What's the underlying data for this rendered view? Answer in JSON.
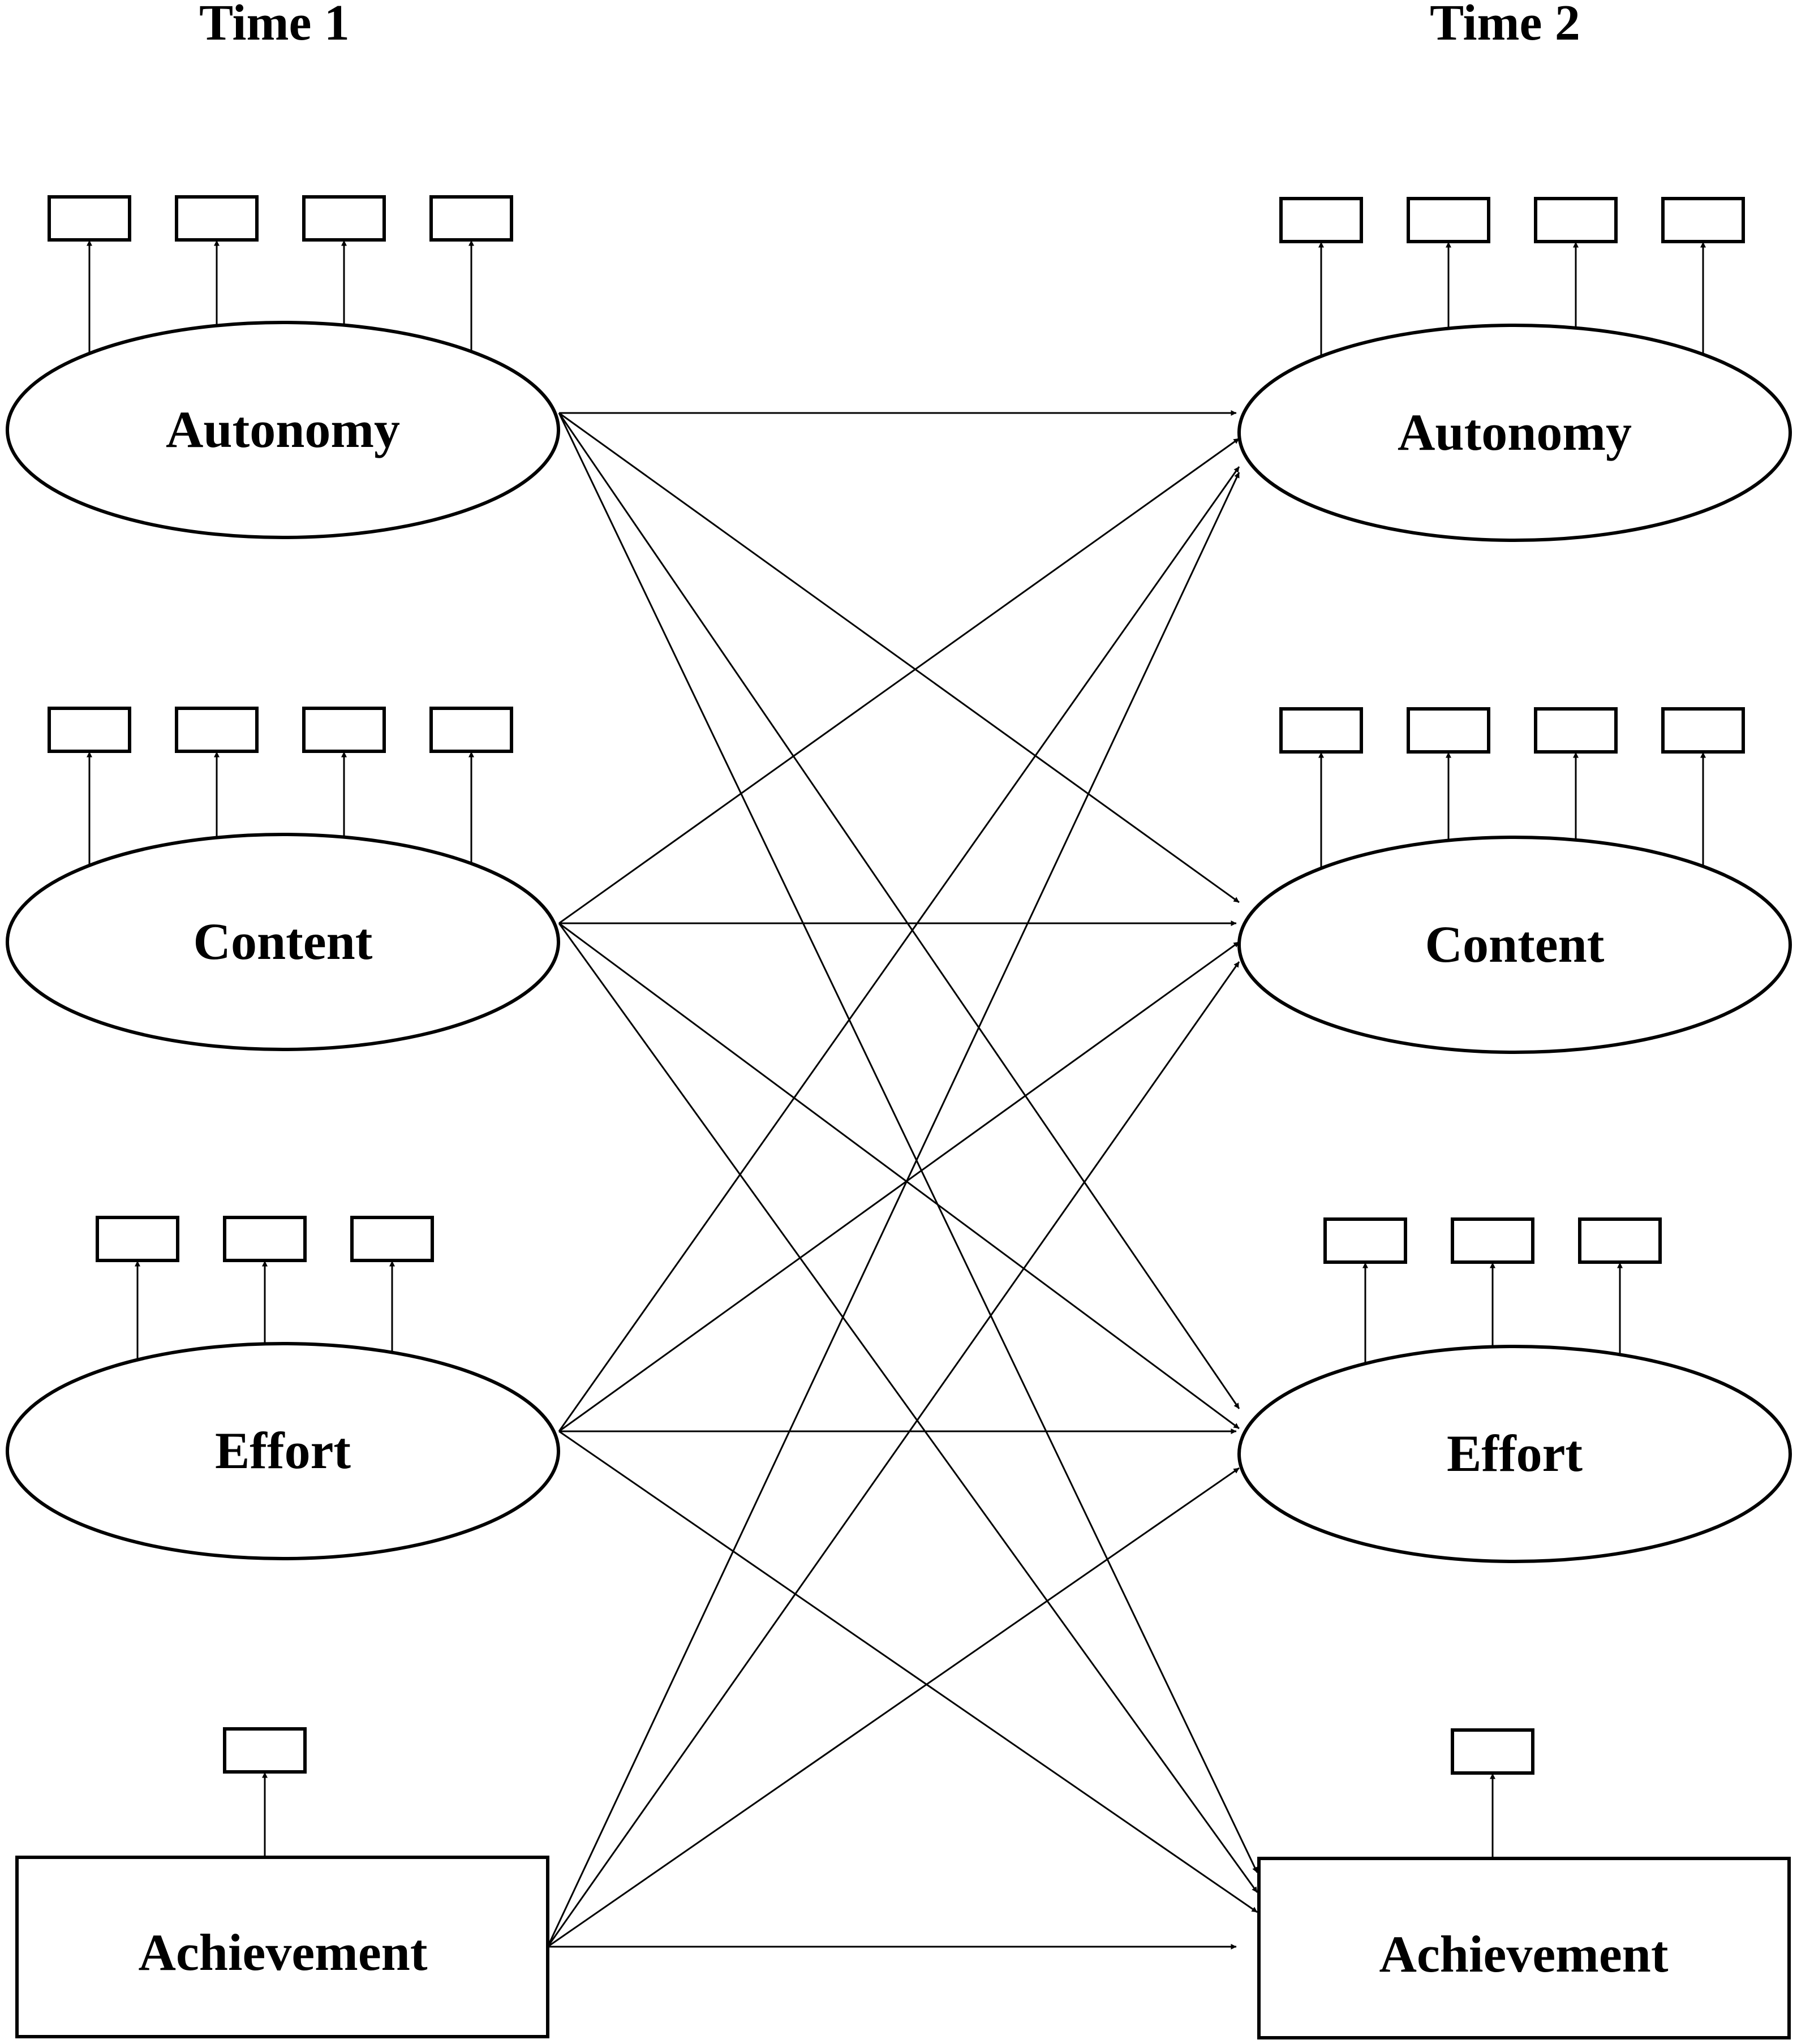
{
  "headers": {
    "left": "Time 1",
    "right": "Time 2"
  },
  "nodes": {
    "t1_autonomy": {
      "label": "Autonomy",
      "shape": "ellipse",
      "indicators": 4
    },
    "t1_content": {
      "label": "Content",
      "shape": "ellipse",
      "indicators": 4
    },
    "t1_effort": {
      "label": "Effort",
      "shape": "ellipse",
      "indicators": 3
    },
    "t1_achievement": {
      "label": "Achievement",
      "shape": "rect",
      "indicators": 1
    },
    "t2_autonomy": {
      "label": "Autonomy",
      "shape": "ellipse",
      "indicators": 4
    },
    "t2_content": {
      "label": "Content",
      "shape": "ellipse",
      "indicators": 4
    },
    "t2_effort": {
      "label": "Effort",
      "shape": "ellipse",
      "indicators": 3
    },
    "t2_achievement": {
      "label": "Achievement",
      "shape": "rect",
      "indicators": 1
    }
  },
  "paths": [
    [
      "t1_autonomy",
      "t2_autonomy"
    ],
    [
      "t1_autonomy",
      "t2_content"
    ],
    [
      "t1_autonomy",
      "t2_effort"
    ],
    [
      "t1_autonomy",
      "t2_achievement"
    ],
    [
      "t1_content",
      "t2_autonomy"
    ],
    [
      "t1_content",
      "t2_content"
    ],
    [
      "t1_content",
      "t2_effort"
    ],
    [
      "t1_content",
      "t2_achievement"
    ],
    [
      "t1_effort",
      "t2_autonomy"
    ],
    [
      "t1_effort",
      "t2_content"
    ],
    [
      "t1_effort",
      "t2_effort"
    ],
    [
      "t1_effort",
      "t2_achievement"
    ],
    [
      "t1_achievement",
      "t2_autonomy"
    ],
    [
      "t1_achievement",
      "t2_content"
    ],
    [
      "t1_achievement",
      "t2_effort"
    ],
    [
      "t1_achievement",
      "t2_achievement"
    ]
  ]
}
